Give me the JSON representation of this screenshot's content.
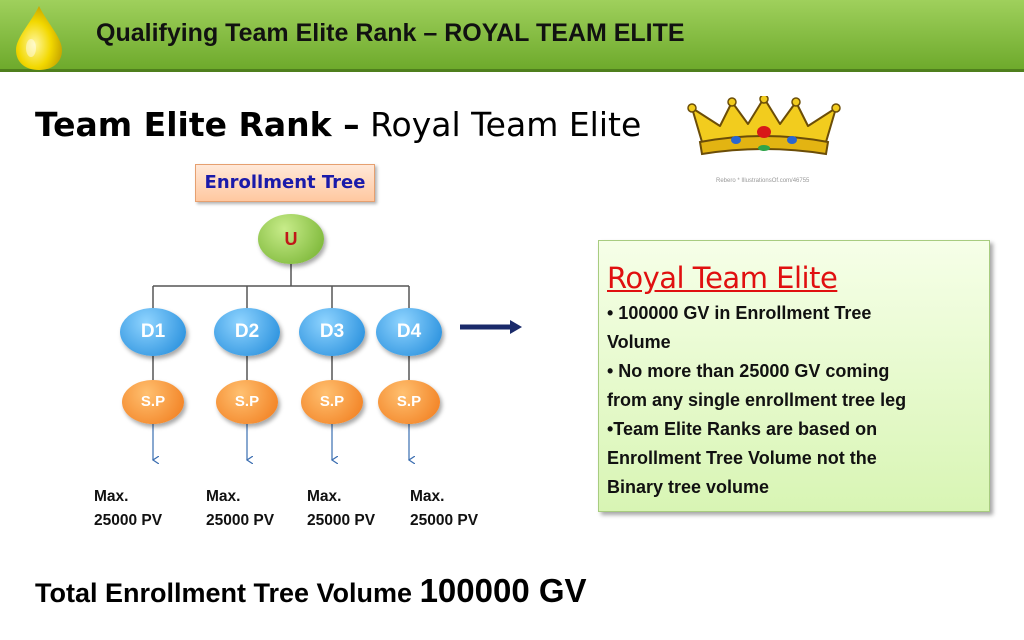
{
  "header": {
    "title": "Qualifying Team Elite Rank – ROYAL TEAM ELITE"
  },
  "rank_title": {
    "bold": "Team Elite Rank –",
    "normal": " Royal Team Elite"
  },
  "crown": {
    "caption": "Rebero  *  IllustrationsOf.com/46755"
  },
  "tree": {
    "label": "Enrollment Tree",
    "root": "U",
    "downlines": [
      "D1",
      "D2",
      "D3",
      "D4"
    ],
    "sp_label": "S.P",
    "max_line1": "Max.",
    "max_line2": "25000 PV"
  },
  "info_box": {
    "title": "Royal Team Elite",
    "lines": [
      "• 100000 GV  in Enrollment Tree",
      "Volume",
      "• No more than 25000 GV  coming",
      "from  any single enrollment tree leg",
      "•Team Elite Ranks are based on",
      "Enrollment Tree Volume  not the",
      "Binary tree volume"
    ]
  },
  "total": {
    "label": "Total Enrollment  Tree Volume ",
    "value": "100000 GV"
  },
  "colors": {
    "header_green": "#7cb83a",
    "root_node": "#8cc63f",
    "downline_node": "#2b95e0",
    "sp_node": "#f5841f",
    "info_title_red": "#e01010",
    "tree_label_text": "#1a1aaa"
  }
}
